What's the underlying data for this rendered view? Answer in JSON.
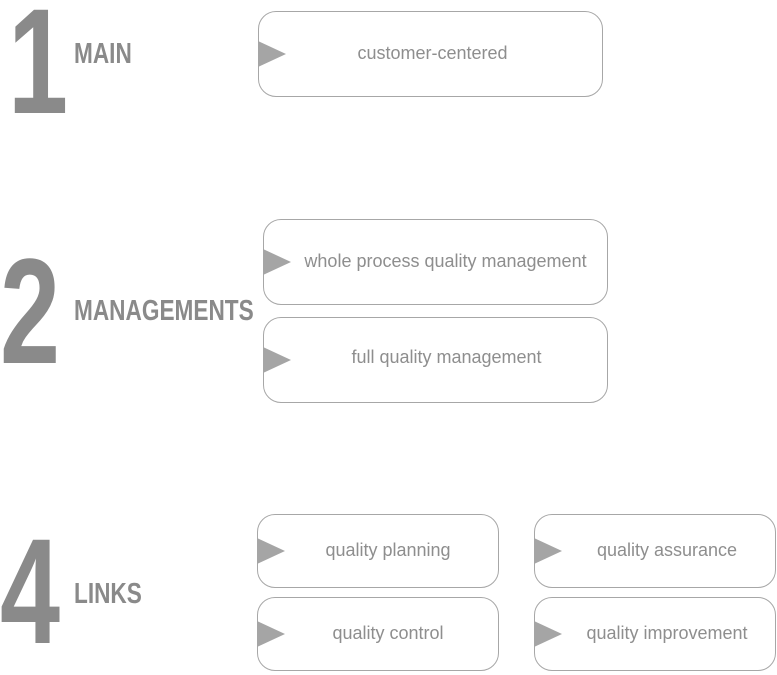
{
  "sections": [
    {
      "number": "1",
      "label": "MAIN",
      "boxes": [
        "customer-centered"
      ]
    },
    {
      "number": "2",
      "label": "MANAGEMENTS",
      "boxes": [
        "whole process quality management",
        "full quality management"
      ]
    },
    {
      "number": "4",
      "label": "LINKS",
      "boxes": [
        "quality planning",
        "quality assurance",
        "quality control",
        "quality improvement"
      ]
    }
  ],
  "colors": {
    "heading": "#8a8a8a",
    "box_border": "#a7a7a7",
    "box_text": "#8e8e8e",
    "pointer": "#a5a5a5"
  }
}
